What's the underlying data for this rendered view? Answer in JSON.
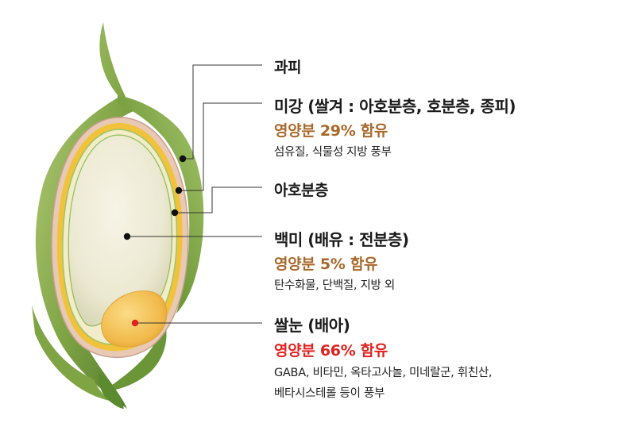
{
  "labels": {
    "pericarp": {
      "title": "과피"
    },
    "bran": {
      "title": "미강 (쌀겨 : 아호분층, 호분층, 종피)",
      "nutrient": "영양분 29% 함유",
      "desc": "섬유질, 식물성 지방 풍부"
    },
    "subaleurone": {
      "title": "아호분층"
    },
    "white_rice": {
      "title": "백미 (배유 : 전분층)",
      "nutrient": "영양분 5% 함유",
      "desc": "탄수화물, 단백질, 지방 외"
    },
    "germ": {
      "title": "쌀눈 (배아)",
      "nutrient": "영양분 66% 함유",
      "desc_line1": "GABA, 비타민, 옥타고사놀, 미네랄군, 휘친산,",
      "desc_line2": "베타시스테롤 등이 풍부"
    }
  },
  "colors": {
    "nutrient_brown": "#a8692b",
    "nutrient_red": "#e0221f",
    "leader_line": "#333333",
    "husk_green": "#6f9a3a",
    "bran_yellow": "#f0c33a",
    "endosperm": "#ece9d2",
    "germ": "#f1b94a"
  }
}
